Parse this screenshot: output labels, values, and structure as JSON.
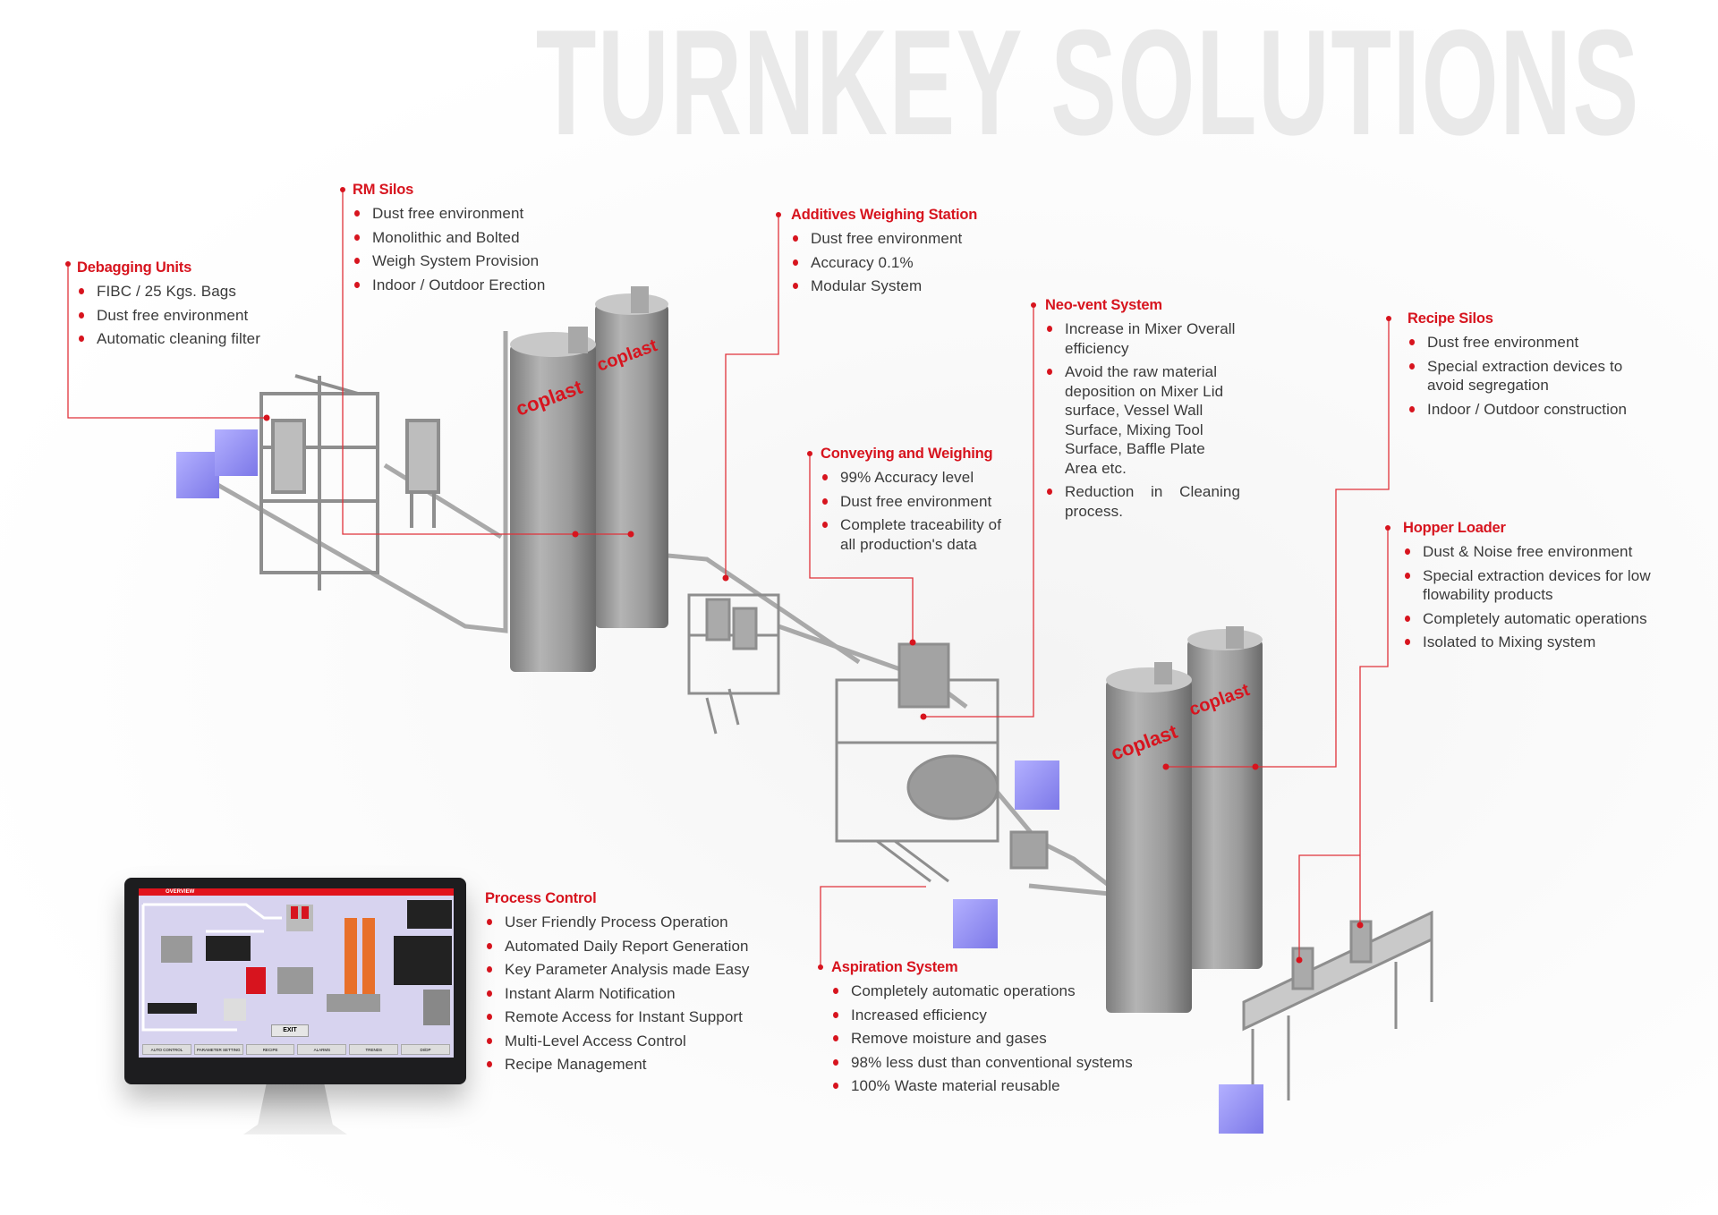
{
  "title": "TURNKEY SOLUTIONS",
  "brand_on_silos": "coplast",
  "accent_color": "#d7141e",
  "callouts": {
    "debagging": {
      "heading": "Debagging Units",
      "items": [
        "FIBC / 25 Kgs. Bags",
        "Dust free environment",
        "Automatic cleaning filter"
      ]
    },
    "rm_silos": {
      "heading": "RM Silos",
      "items": [
        "Dust free environment",
        "Monolithic and Bolted",
        "Weigh System Provision",
        "Indoor / Outdoor Erection"
      ]
    },
    "additives": {
      "heading": "Additives Weighing Station",
      "items": [
        "Dust free environment",
        "Accuracy 0.1%",
        "Modular System"
      ]
    },
    "neovent": {
      "heading": "Neo-vent System",
      "items": [
        "Increase in Mixer Overall efficiency",
        "Avoid the raw material deposition on Mixer Lid surface, Vessel Wall Surface, Mixing Tool Surface, Baffle Plate Area etc.",
        "Reduction in Cleaning process."
      ]
    },
    "conveying": {
      "heading": "Conveying and Weighing",
      "items": [
        "99% Accuracy level",
        "Dust free environment",
        "Complete traceability of all production's data"
      ]
    },
    "recipe_silos": {
      "heading": "Recipe Silos",
      "items": [
        "Dust free environment",
        "Special extraction devices to avoid segregation",
        "Indoor / Outdoor construction"
      ]
    },
    "hopper": {
      "heading": "Hopper Loader",
      "items": [
        "Dust & Noise free environment",
        "Special extraction devices for low flowability products",
        "Completely automatic operations",
        "Isolated to Mixing system"
      ]
    },
    "process_control": {
      "heading": "Process Control",
      "items": [
        "User Friendly Process Operation",
        "Automated Daily Report Generation",
        "Key Parameter Analysis made Easy",
        "Instant Alarm Notification",
        "Remote Access for Instant Support",
        "Multi-Level Access Control",
        "Recipe Management"
      ]
    },
    "aspiration": {
      "heading": "Aspiration System",
      "items": [
        "Completely automatic operations",
        "Increased efficiency",
        "Remove moisture and gases",
        "98% less dust than conventional systems",
        "100% Waste material reusable"
      ]
    }
  },
  "monitor": {
    "screen_title": "OVERVIEW",
    "exit_label": "EXIT",
    "buttons": [
      "AUTO CONTROL",
      "PARAMETER SETTING",
      "RECIPE",
      "ALARMS",
      "TRENDS",
      "DI/DP"
    ]
  }
}
